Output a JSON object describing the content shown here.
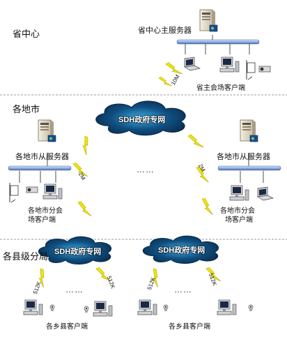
{
  "tiers": {
    "province": "省中心",
    "city": "各地市",
    "county": "各县级分局"
  },
  "network": {
    "sdh_label": "SDH政府专网"
  },
  "nodes": {
    "province_server": "省中心主服务器",
    "province_clients": "省主会场客户端",
    "city_server_left": "各地市从服务器",
    "city_server_right": "各地市从服务器",
    "city_clients_left": [
      "各地市分会",
      "场客户端"
    ],
    "city_clients_right": [
      "各地市分会",
      "场客户端"
    ],
    "county_clients_left": "各乡县客户端",
    "county_clients_right": "各乡县客户端"
  },
  "links": {
    "province_uplink": "10M",
    "city_left": "2M",
    "city_right": "2M",
    "county_ll": "512K",
    "county_lr": "512K",
    "county_rl": "512K",
    "county_rr": "512K"
  },
  "ellipsis": "……",
  "colors": {
    "cloud_dark": "#0a2a4a",
    "cloud_glow": "#3fb0e8",
    "lightning": "#f2e600",
    "lan_bar": "#8faee0",
    "separator": "#999999"
  }
}
